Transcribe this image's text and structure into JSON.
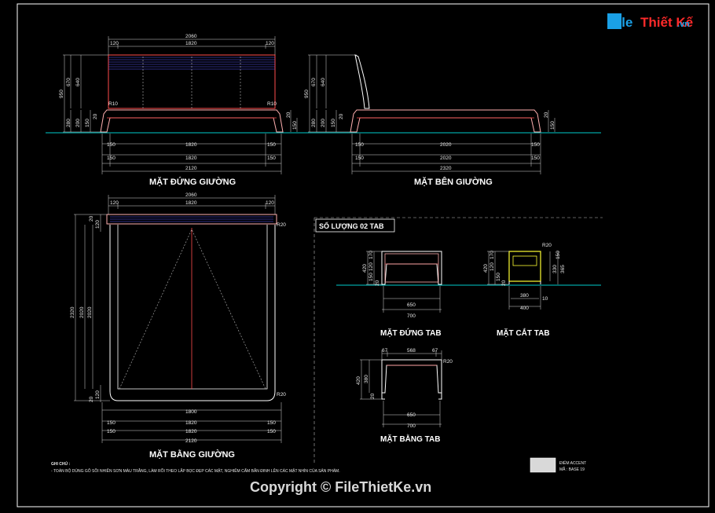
{
  "logo": {
    "part1": "File",
    "part2": "Thiết Kế",
    "part3": ".vn"
  },
  "views": {
    "front_bed": {
      "title": "MẶT ĐỨNG GIƯỜNG",
      "top_total": "2060",
      "top_left": "120",
      "top_mid": "1820",
      "top_right": "120",
      "left_outer": "950",
      "left_a": "670",
      "left_b": "640",
      "left_c": "280",
      "left_d": "200",
      "left_e": "150",
      "left_f": "20",
      "right_a": "20",
      "right_b": "150",
      "corner_l": "R10",
      "corner_r": "R10",
      "bot_a_l": "150",
      "bot_a_m": "1820",
      "bot_a_r": "150",
      "bot_b_l": "150",
      "bot_b_m": "1820",
      "bot_b_r": "150",
      "bot_total": "2120"
    },
    "side_bed": {
      "title": "MẶT BÊN GIƯỜNG",
      "left_outer": "950",
      "left_a": "670",
      "left_b": "640",
      "left_c": "280",
      "left_d": "200",
      "left_e": "150",
      "left_f": "20",
      "right_a": "20",
      "right_b": "150",
      "bot_a_l": "150",
      "bot_a_m": "2020",
      "bot_a_r": "150",
      "bot_b_l": "150",
      "bot_b_m": "2020",
      "bot_b_r": "150",
      "bot_total": "2320"
    },
    "plan_bed": {
      "title": "MẶT BẰNG GIƯỜNG",
      "top_total": "2060",
      "top_left": "120",
      "top_mid": "1820",
      "top_right": "120",
      "left_outer": "2320",
      "left_a": "2020",
      "left_b": "2020",
      "left_top_a": "120",
      "left_top_b": "20",
      "left_bot_a": "120",
      "left_bot_b": "20",
      "right_top": "R20",
      "right_bot": "R20",
      "bot_a_m": "1800",
      "bot_b_l": "150",
      "bot_b_m": "1820",
      "bot_b_r": "150",
      "bot_c_l": "150",
      "bot_c_m": "1820",
      "bot_c_r": "150",
      "bot_total": "2120"
    },
    "tab_section": {
      "title": "SỐ LƯỢNG 02 TAB",
      "front_tab": {
        "title": "MẶT ĐỨNG TAB",
        "left_outer": "420",
        "left_a": "170",
        "left_b": "120",
        "left_c": "150",
        "left_d": "20",
        "bot_a": "650",
        "bot_b": "700"
      },
      "cut_tab": {
        "title": "MẶT CẮT TAB",
        "left_outer": "420",
        "left_a": "170",
        "left_b": "120",
        "left_c": "150",
        "left_d": "20",
        "right_a": "330",
        "right_b": "365",
        "right_c": "150",
        "corner": "R20",
        "bot_a": "380",
        "bot_b": "400",
        "bot_r": "10"
      },
      "plan_tab": {
        "title": "MẶT BẰNG TAB",
        "top_l": "67",
        "top_m": "568",
        "top_r": "67",
        "left_outer": "420",
        "left_a": "380",
        "left_b": "20",
        "corner": "R20",
        "bot_a": "650",
        "bot_b": "700"
      }
    }
  },
  "notes": {
    "heading": "GHI CHÚ :",
    "line1": "- TOÀN BỘ DÙNG GỖ SỒI NHIÊN SƠN MÀU TRẮNG, LÀM RÕI THEO LẮP BỌC ĐẸP CÁC MẶT, NGHIÊM CẤM BẮN ĐINH LÊN CÁC MẶT NHÌN CỦA SẢN PHẨM."
  },
  "legend": {
    "line1": "ĐIỂM ACCENT",
    "line2": "MÃ : BASE 19"
  },
  "watermark": "Copyright © FileThietKe.vn",
  "colors": {
    "background": "#000000",
    "frame": "#ffffff",
    "ground": "#00cccc",
    "outline_red": "#ff4b4b",
    "outline_pink": "#ffb0b0",
    "dim_line": "#d8d8d8",
    "dashed": "#bbbbbb",
    "slat_blue": "#5a5aff",
    "section_yellow": "#ffff33",
    "legend_swatch": "#d9d9d9"
  }
}
